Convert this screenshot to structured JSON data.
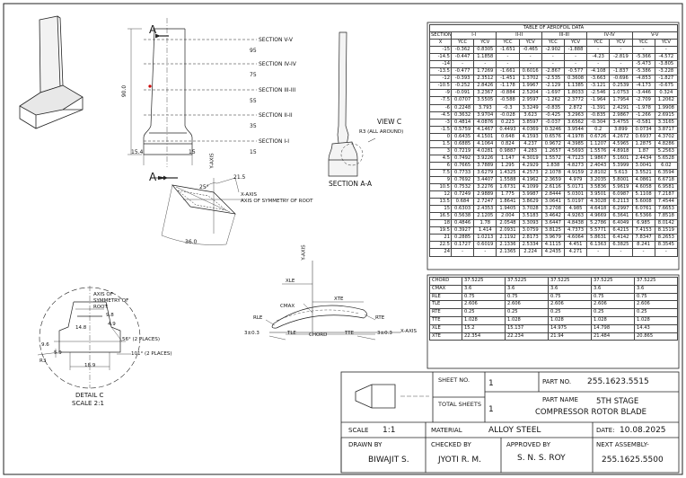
{
  "views": {
    "section_a_left": "A",
    "section_a_right": "A",
    "section_labels": [
      "SECTION V-V",
      "SECTION IV-IV",
      "SECTION III-III",
      "SECTION II-II",
      "SECTION I-I"
    ],
    "height_dims": [
      "95",
      "75",
      "55",
      "35",
      "15"
    ],
    "overall_height": "90.0",
    "base_width": "15.4",
    "base_thk": "15",
    "section_aa": "SECTION A-A",
    "r3_note": "R3 (ALL AROUND)",
    "view_c": "VIEW C",
    "y_axis": "Y-AXIS",
    "x_axis": "X-AXIS",
    "sym_axis": "AXIS OF SYMMETRY OF ROOT",
    "angle_25": "25°",
    "dim_215": "21.5",
    "dim_360": "36.0",
    "axis_sym_c": "AXIS OF SYMMETRY OF ROOT",
    "dim_98": "9.8",
    "dim_49": "4.9",
    "dim_148": "14.8",
    "dim_96": "9.6",
    "dim_59": "5.9",
    "r3": "R3",
    "dim_189": "18.9",
    "angle_56": "56° (2 PLACES)",
    "angle_101": "101° (2 PLACES)",
    "detail_c": "DETAIL C",
    "detail_scale": "SCALE 2:1",
    "profile": {
      "y_axis": "Y-AXIS",
      "x_axis": "X-AXIS",
      "xle": "XLE",
      "xte": "XTE",
      "cmax": "CMAX",
      "rle": "RLE",
      "rte": "RTE",
      "tle": "TLE",
      "tte": "TTE",
      "chord": "CHORD",
      "tol_left": "3±0.3",
      "tol_right": "3±0.3"
    }
  },
  "aerofoil_table": {
    "title": "TABLE OF AEROFOIL DATA",
    "header_section": "SECTION",
    "header_x": "X",
    "sections": [
      "I-I",
      "II-II",
      "III-III",
      "IV-IV",
      "V-V"
    ],
    "sub_headers": [
      "YCC",
      "YCV"
    ],
    "rows": [
      [
        "-15",
        "-0.362",
        "0.8305",
        "-1.651",
        "-0.465",
        "-2.902",
        "-1.888",
        "-",
        "-",
        "-",
        "-"
      ],
      [
        "-14.5",
        "-0.447",
        "1.1858",
        "-",
        "-",
        "-",
        "-",
        "-4.23",
        "-2.819",
        "-5.366",
        "-4.572"
      ],
      [
        "-14",
        "-",
        "-",
        "-",
        "-",
        "-",
        "-",
        "-",
        "-",
        "-5.473",
        "-3.805"
      ],
      [
        "-13.5",
        "-0.477",
        "1.7269",
        "-1.661",
        "0.6016",
        "-2.867",
        "-0.577",
        "-4.108",
        "-1.837",
        "-5.386",
        "-3.228"
      ],
      [
        "-12",
        "-0.393",
        "2.3512",
        "-1.451",
        "1.3702",
        "-2.535",
        "0.3608",
        "-3.663",
        "-0.696",
        "-4.853",
        "-1.827"
      ],
      [
        "-10.5",
        "-0.252",
        "2.8426",
        "-1.178",
        "1.9967",
        "-2.129",
        "1.1385",
        "-3.121",
        "0.2539",
        "-4.173",
        "-0.675"
      ],
      [
        "-9",
        "-0.091",
        "3.2367",
        "-0.884",
        "2.5204",
        "-1.697",
        "1.8033",
        "-2.546",
        "1.0753",
        "-3.446",
        "0.324"
      ],
      [
        "-7.5",
        "0.0707",
        "3.5505",
        "-0.588",
        "2.9597",
        "-1.262",
        "2.3772",
        "-1.964",
        "1.7954",
        "-2.709",
        "1.2062"
      ],
      [
        "-6",
        "0.2248",
        "3.793",
        "-0.3",
        "3.3249",
        "-0.835",
        "2.872",
        "-1.391",
        "2.4291",
        "-1.978",
        "1.9908"
      ],
      [
        "-4.5",
        "0.3632",
        "3.9704",
        "-0.028",
        "3.623",
        "-0.425",
        "3.2963",
        "-0.835",
        "2.9867",
        "-1.266",
        "2.6915"
      ],
      [
        "-3",
        "0.4814",
        "4.0876",
        "0.223",
        "3.8597",
        "-0.037",
        "3.6562",
        "-0.304",
        "3.4755",
        "-0.581",
        "3.3165"
      ],
      [
        "-1.5",
        "0.5759",
        "4.1467",
        "0.4493",
        "4.0369",
        "0.3246",
        "3.9544",
        "0.2",
        "3.899",
        "0.0734",
        "3.8717"
      ],
      [
        "0",
        "0.6435",
        "4.1501",
        "0.648",
        "4.1593",
        "0.6576",
        "4.1978",
        "0.6726",
        "4.2672",
        "0.6937",
        "4.3702"
      ],
      [
        "1.5",
        "0.6885",
        "4.1064",
        "0.824",
        "4.237",
        "0.9672",
        "4.3985",
        "1.1207",
        "4.5965",
        "1.2875",
        "4.8286"
      ],
      [
        "3",
        "0.7219",
        "4.0281",
        "0.9887",
        "4.283",
        "1.2657",
        "4.5693",
        "1.5576",
        "4.8918",
        "1.87",
        "5.2563"
      ],
      [
        "4.5",
        "0.7492",
        "3.9226",
        "1.147",
        "4.3019",
        "1.5572",
        "4.7123",
        "1.9867",
        "5.1601",
        "2.4434",
        "5.6528"
      ],
      [
        "6",
        "0.7665",
        "3.7889",
        "1.295",
        "4.2929",
        "1.838",
        "4.8273",
        "2.4043",
        "5.3999",
        "3.0041",
        "6.02"
      ],
      [
        "7.5",
        "0.7733",
        "3.6279",
        "1.4325",
        "4.2573",
        "2.1078",
        "4.9159",
        "2.8102",
        "5.613",
        "3.5521",
        "6.3594"
      ],
      [
        "9",
        "0.7692",
        "3.4407",
        "1.5588",
        "4.1962",
        "2.3659",
        "4.979",
        "3.2035",
        "5.8001",
        "4.0861",
        "6.6718"
      ],
      [
        "10.5",
        "0.7532",
        "3.2276",
        "1.6731",
        "4.1099",
        "2.6116",
        "5.0171",
        "3.5836",
        "5.9619",
        "4.6058",
        "6.9581"
      ],
      [
        "12",
        "0.7249",
        "2.9889",
        "1.775",
        "3.9987",
        "2.8444",
        "5.0301",
        "3.9501",
        "6.0987",
        "5.1108",
        "7.2187"
      ],
      [
        "13.5",
        "0.684",
        "2.7247",
        "1.8641",
        "3.8629",
        "3.0641",
        "5.0197",
        "4.3028",
        "6.2113",
        "5.6008",
        "7.4544"
      ],
      [
        "15",
        "0.6303",
        "2.4353",
        "1.9405",
        "3.7028",
        "3.2708",
        "4.985",
        "4.6418",
        "6.2997",
        "6.0761",
        "7.6653"
      ],
      [
        "16.5",
        "0.5638",
        "2.1205",
        "2.004",
        "3.5183",
        "3.4642",
        "4.9263",
        "4.9669",
        "6.3641",
        "6.5366",
        "7.8518"
      ],
      [
        "18",
        "0.4846",
        "1.78",
        "2.0548",
        "3.3093",
        "3.6447",
        "4.8438",
        "5.2786",
        "6.4049",
        "6.985",
        "8.0142"
      ],
      [
        "19.5",
        "0.3927",
        "1.414",
        "2.0931",
        "3.0759",
        "3.8125",
        "4.7373",
        "5.5771",
        "6.4215",
        "7.4153",
        "8.1519"
      ],
      [
        "21",
        "0.2885",
        "1.0213",
        "2.1192",
        "2.8173",
        "3.9679",
        "4.6064",
        "5.8631",
        "6.4142",
        "7.8347",
        "8.2653"
      ],
      [
        "22.5",
        "0.1727",
        "0.6019",
        "2.1336",
        "2.5334",
        "4.1115",
        "4.451",
        "6.1363",
        "6.3825",
        "8.241",
        "8.3545"
      ],
      [
        "24",
        "-",
        "-",
        "2.1365",
        "2.224",
        "4.2435",
        "4.271",
        "-",
        "-",
        "-",
        "-"
      ]
    ]
  },
  "param_table": {
    "rows": [
      [
        "CHORD",
        "37.5225",
        "37.5225",
        "37.5225",
        "37.5225",
        "37.5225"
      ],
      [
        "CMAX",
        "3.6",
        "3.6",
        "3.6",
        "3.6",
        "3.6"
      ],
      [
        "RLE",
        "0.75",
        "0.75",
        "0.75",
        "0.75",
        "0.75"
      ],
      [
        "TLE",
        "2.606",
        "2.606",
        "2.606",
        "2.606",
        "2.606"
      ],
      [
        "RTE",
        "0.25",
        "0.25",
        "0.25",
        "0.25",
        "0.25"
      ],
      [
        "TTE",
        "1.028",
        "1.028",
        "1.028",
        "1.028",
        "1.028"
      ],
      [
        "XLE",
        "15.2",
        "15.137",
        "14.975",
        "14.798",
        "14.43"
      ],
      [
        "XTE",
        "22.354",
        "22.234",
        "21.94",
        "21.484",
        "20.865"
      ]
    ]
  },
  "title_block": {
    "sheet_no_label": "SHEET NO.",
    "sheet_no": "1",
    "total_sheets_label": "TOTAL SHEETS",
    "total_sheets": "1",
    "part_no_label": "PART NO.",
    "part_no": "255.1623.5515",
    "part_name_label": "PART NAME",
    "part_name_1": "5TH STAGE",
    "part_name_2": "COMPRESSOR ROTOR BLADE",
    "scale_label": "SCALE",
    "scale": "1:1",
    "material_label": "MATERIAL",
    "material": "ALLOY STEEL",
    "date_label": "DATE:",
    "date": "10.08.2025",
    "drawn_by_label": "DRAWN BY",
    "drawn_by": "BIWAJIT S.",
    "checked_by_label": "CHECKED BY",
    "checked_by": "JYOTI R. M.",
    "approved_by_label": "APPROVED BY",
    "approved_by": "S. N. S. ROY",
    "next_assembly_label": "NEXT ASSEMBLY-",
    "next_assembly": "255.1625.5500"
  }
}
